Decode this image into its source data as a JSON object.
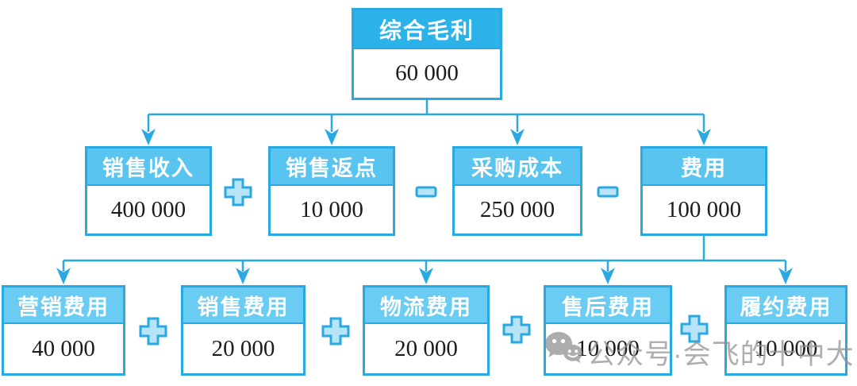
{
  "root": {
    "label": "综合毛利",
    "value": "60 000"
  },
  "level2": {
    "operators": [
      "+",
      "-",
      "-"
    ],
    "items": [
      {
        "label": "销售收入",
        "value": "400 000"
      },
      {
        "label": "销售返点",
        "value": "10 000"
      },
      {
        "label": "采购成本",
        "value": "250 000"
      },
      {
        "label": "费用",
        "value": "100 000"
      }
    ]
  },
  "level3": {
    "operators": [
      "+",
      "+",
      "+",
      "+"
    ],
    "items": [
      {
        "label": "营销费用",
        "value": "40 000"
      },
      {
        "label": "销售费用",
        "value": "20 000"
      },
      {
        "label": "物流费用",
        "value": "20 000"
      },
      {
        "label": "售后费用",
        "value": "10 000"
      },
      {
        "label": "履约费用",
        "value": "10 000"
      }
    ]
  },
  "watermark": {
    "icon": "wechat-icon",
    "text": "公众号·会飞的十中大"
  },
  "colors": {
    "line": "#29a9e1",
    "root_header": "#2bb3e9",
    "child_header2": "#58c4ef",
    "child_header3": "#6accf2",
    "operator_fill": "#b8e4f7",
    "value_text": "#1c1c1c",
    "watermark": "#909090"
  }
}
